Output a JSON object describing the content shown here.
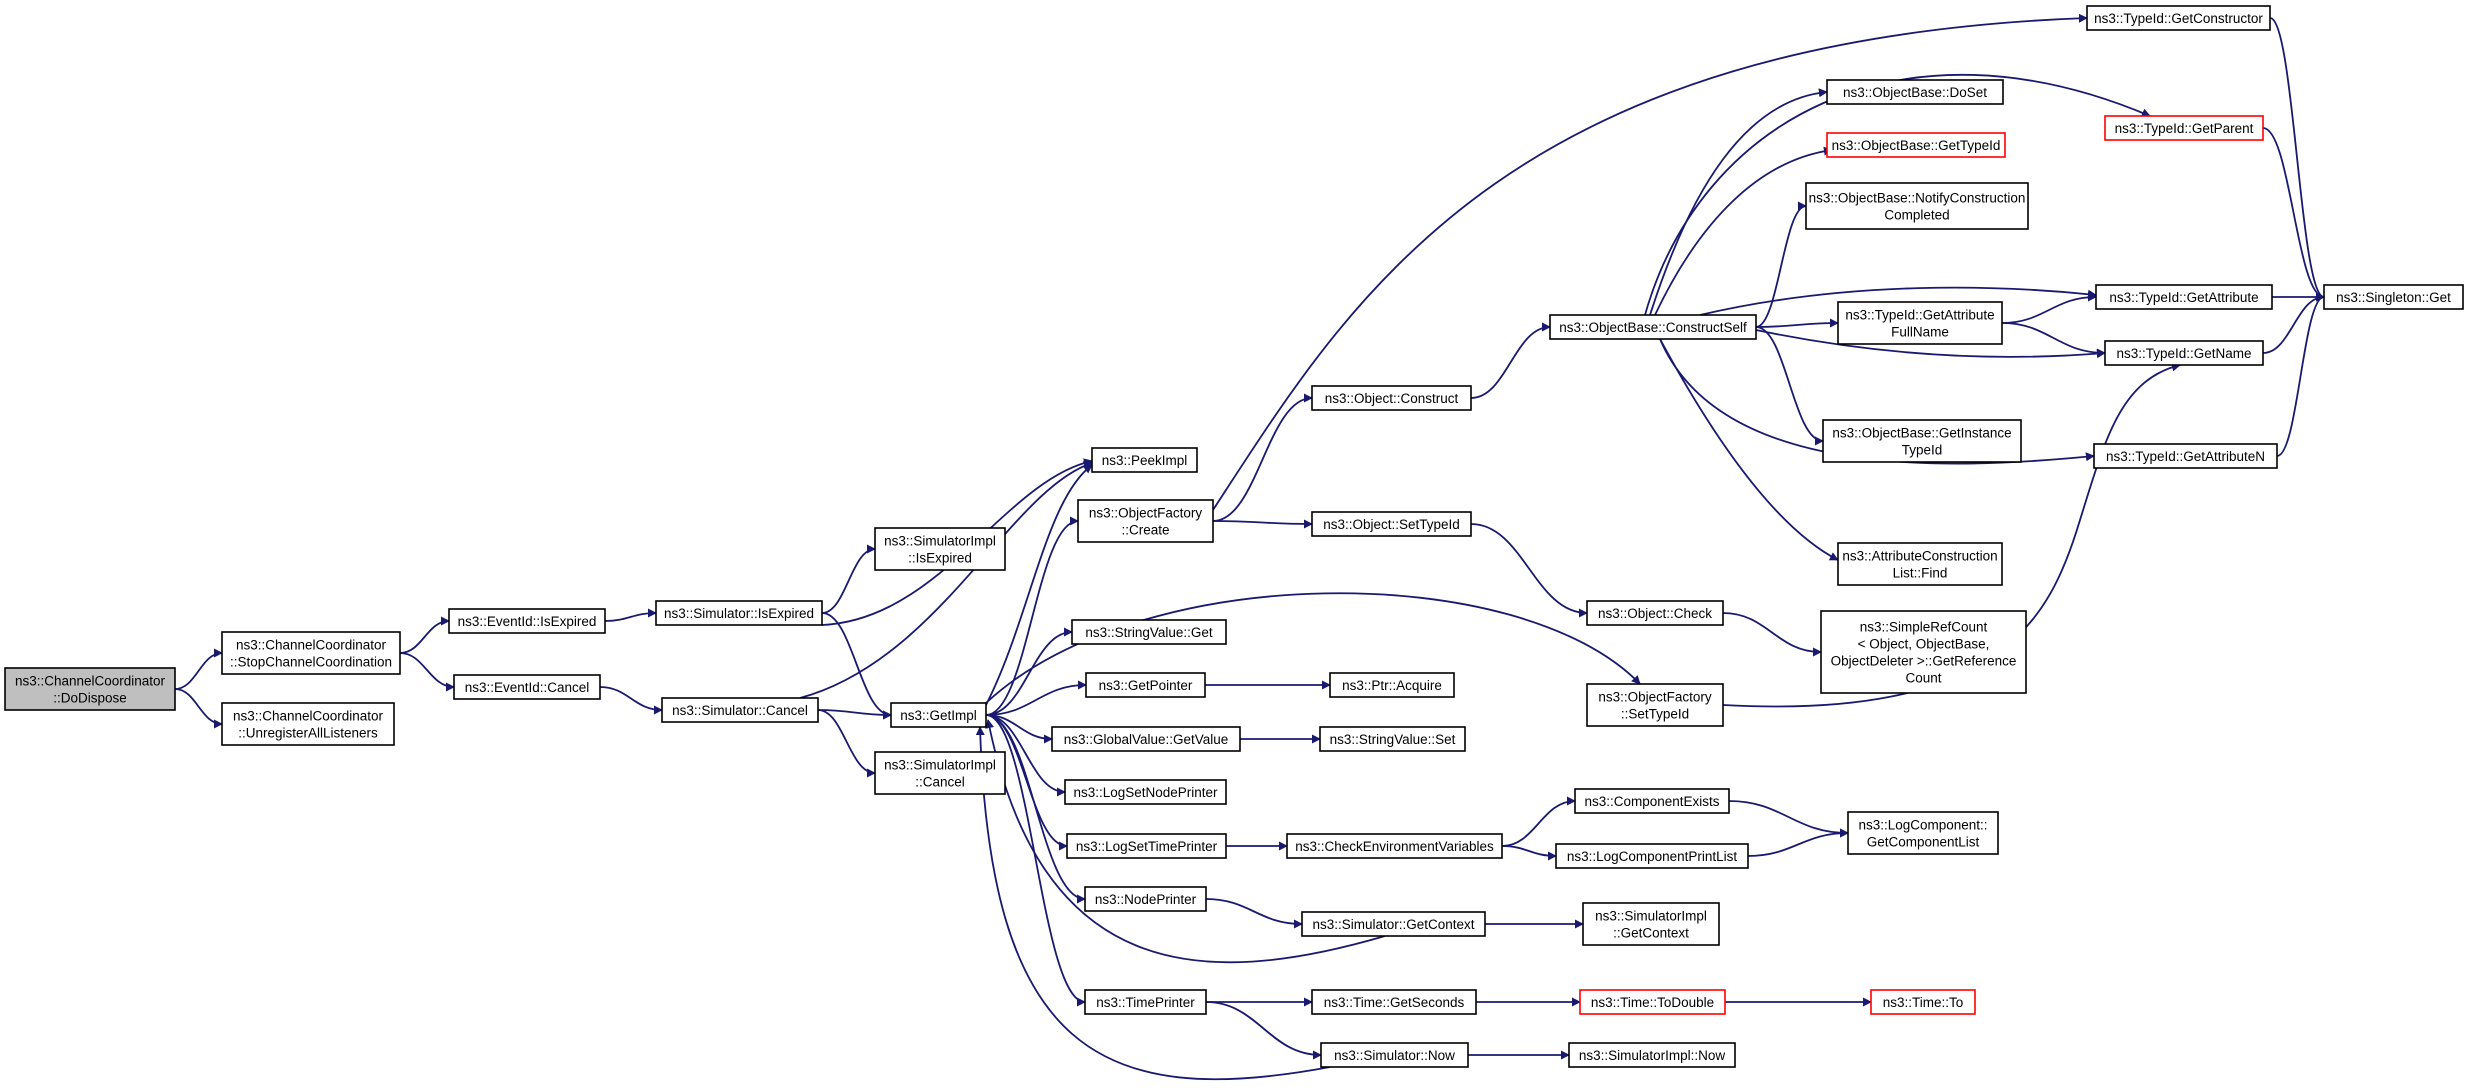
{
  "diagram": {
    "nodes": [
      {
        "id": "dodispose",
        "lines": [
          "ns3::ChannelCoordinator",
          "::DoDispose"
        ],
        "style": "root"
      },
      {
        "id": "stopcc",
        "lines": [
          "ns3::ChannelCoordinator",
          "::StopChannelCoordination"
        ]
      },
      {
        "id": "unregall",
        "lines": [
          "ns3::ChannelCoordinator",
          "::UnregisterAllListeners"
        ]
      },
      {
        "id": "evisexpired",
        "lines": [
          "ns3::EventId::IsExpired"
        ]
      },
      {
        "id": "evcancel",
        "lines": [
          "ns3::EventId::Cancel"
        ]
      },
      {
        "id": "simisexpired",
        "lines": [
          "ns3::Simulator::IsExpired"
        ]
      },
      {
        "id": "simcancel",
        "lines": [
          "ns3::Simulator::Cancel"
        ]
      },
      {
        "id": "simimplisexpired",
        "lines": [
          "ns3::SimulatorImpl",
          "::IsExpired"
        ]
      },
      {
        "id": "getimpl",
        "lines": [
          "ns3::GetImpl"
        ]
      },
      {
        "id": "simimplcancel",
        "lines": [
          "ns3::SimulatorImpl",
          "::Cancel"
        ]
      },
      {
        "id": "peekimpl",
        "lines": [
          "ns3::PeekImpl"
        ]
      },
      {
        "id": "ofcreate",
        "lines": [
          "ns3::ObjectFactory",
          "::Create"
        ]
      },
      {
        "id": "strvalget",
        "lines": [
          "ns3::StringValue::Get"
        ]
      },
      {
        "id": "getpointer",
        "lines": [
          "ns3::GetPointer"
        ]
      },
      {
        "id": "gvgetvalue",
        "lines": [
          "ns3::GlobalValue::GetValue"
        ]
      },
      {
        "id": "logsetnodeprinter",
        "lines": [
          "ns3::LogSetNodePrinter"
        ]
      },
      {
        "id": "logsettimeprinter",
        "lines": [
          "ns3::LogSetTimePrinter"
        ]
      },
      {
        "id": "nodeprinter",
        "lines": [
          "ns3::NodePrinter"
        ]
      },
      {
        "id": "timeprinter",
        "lines": [
          "ns3::TimePrinter"
        ]
      },
      {
        "id": "objconstruct",
        "lines": [
          "ns3::Object::Construct"
        ]
      },
      {
        "id": "objsettypeid",
        "lines": [
          "ns3::Object::SetTypeId"
        ]
      },
      {
        "id": "ptracquire",
        "lines": [
          "ns3::Ptr::Acquire"
        ]
      },
      {
        "id": "strvalset",
        "lines": [
          "ns3::StringValue::Set"
        ]
      },
      {
        "id": "checkenv",
        "lines": [
          "ns3::CheckEnvironmentVariables"
        ]
      },
      {
        "id": "simgetcontext",
        "lines": [
          "ns3::Simulator::GetContext"
        ]
      },
      {
        "id": "timegetseconds",
        "lines": [
          "ns3::Time::GetSeconds"
        ]
      },
      {
        "id": "simnow",
        "lines": [
          "ns3::Simulator::Now"
        ]
      },
      {
        "id": "objcheck",
        "lines": [
          "ns3::Object::Check"
        ]
      },
      {
        "id": "ofsettypeid",
        "lines": [
          "ns3::ObjectFactory",
          "::SetTypeId"
        ]
      },
      {
        "id": "compexists",
        "lines": [
          "ns3::ComponentExists"
        ]
      },
      {
        "id": "logcompprintlist",
        "lines": [
          "ns3::LogComponentPrintList"
        ]
      },
      {
        "id": "simimplgetcontext",
        "lines": [
          "ns3::SimulatorImpl",
          "::GetContext"
        ]
      },
      {
        "id": "timetodouble",
        "lines": [
          "ns3::Time::ToDouble"
        ],
        "style": "red"
      },
      {
        "id": "simimplnow",
        "lines": [
          "ns3::SimulatorImpl::Now"
        ]
      },
      {
        "id": "objbaseconstructself",
        "lines": [
          "ns3::ObjectBase::ConstructSelf"
        ]
      },
      {
        "id": "simplerefcount",
        "lines": [
          "ns3::SimpleRefCount",
          "< Object, ObjectBase,",
          "ObjectDeleter >::GetReference",
          "Count"
        ]
      },
      {
        "id": "logcompgetlist",
        "lines": [
          "ns3::LogComponent::",
          "GetComponentList"
        ]
      },
      {
        "id": "timeto",
        "lines": [
          "ns3::Time::To"
        ],
        "style": "red"
      },
      {
        "id": "objbasedoset",
        "lines": [
          "ns3::ObjectBase::DoSet"
        ]
      },
      {
        "id": "objbasegettypeid",
        "lines": [
          "ns3::ObjectBase::GetTypeId"
        ],
        "style": "red"
      },
      {
        "id": "objbasenotify",
        "lines": [
          "ns3::ObjectBase::NotifyConstruction",
          "Completed"
        ]
      },
      {
        "id": "typeidgetattrfullname",
        "lines": [
          "ns3::TypeId::GetAttribute",
          "FullName"
        ]
      },
      {
        "id": "objbasegetinstance",
        "lines": [
          "ns3::ObjectBase::GetInstance",
          "TypeId"
        ]
      },
      {
        "id": "attrconstructionfind",
        "lines": [
          "ns3::AttributeConstruction",
          "List::Find"
        ]
      },
      {
        "id": "typeidgetconstructor",
        "lines": [
          "ns3::TypeId::GetConstructor"
        ]
      },
      {
        "id": "typeidgetparent",
        "lines": [
          "ns3::TypeId::GetParent"
        ],
        "style": "red"
      },
      {
        "id": "typeidgetattribute",
        "lines": [
          "ns3::TypeId::GetAttribute"
        ]
      },
      {
        "id": "typeidgetname",
        "lines": [
          "ns3::TypeId::GetName"
        ]
      },
      {
        "id": "typeidgetattributen",
        "lines": [
          "ns3::TypeId::GetAttributeN"
        ]
      },
      {
        "id": "singletonget",
        "lines": [
          "ns3::Singleton::Get"
        ]
      }
    ]
  }
}
